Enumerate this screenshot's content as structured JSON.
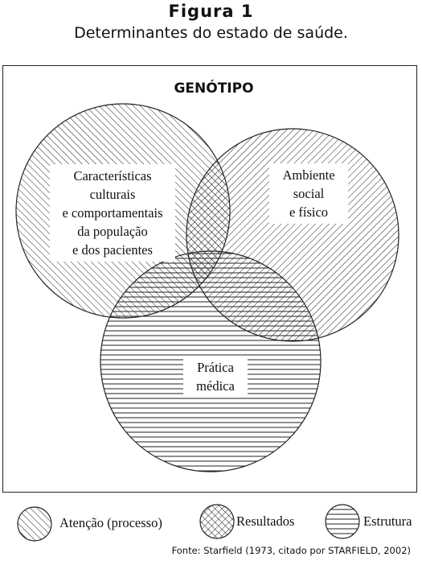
{
  "figure": {
    "title": "Figura 1",
    "subtitle": "Determinantes do estado de saúde."
  },
  "diagram": {
    "outer_label": "GENÓTIPO",
    "circles": {
      "cultural": [
        "Características",
        "culturais",
        "e comportamentais",
        "da população",
        "e dos pacientes"
      ],
      "environment": [
        "Ambiente",
        "social",
        "e físico"
      ],
      "medical": [
        "Prática",
        "médica"
      ]
    }
  },
  "legend": [
    {
      "pattern": "diagonal-hatch",
      "label": "Atenção (processo)"
    },
    {
      "pattern": "cross-hatch",
      "label": "Resultados"
    },
    {
      "pattern": "horizontal-lines",
      "label": "Estrutura"
    }
  ],
  "source": "Fonte: Starfield (1973, citado por STARFIELD, 2002)",
  "colors": {
    "ink": "#222222",
    "background": "#ffffff"
  }
}
